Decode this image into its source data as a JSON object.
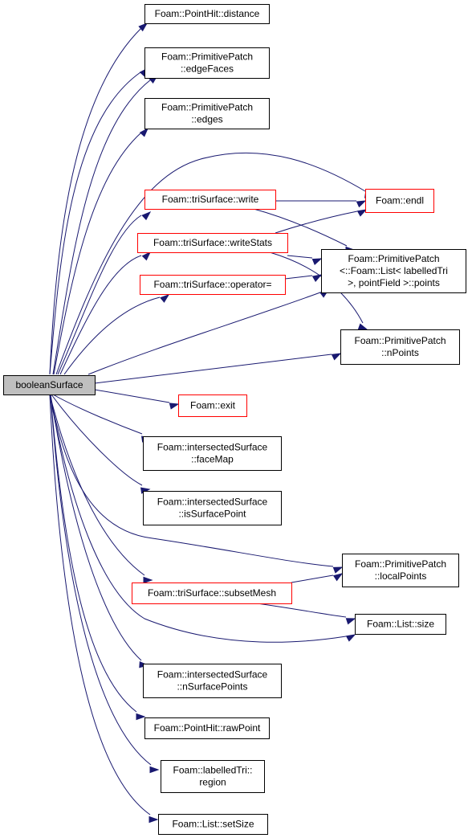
{
  "colors": {
    "edge": "#191970",
    "node_fill": "#ffffff",
    "node_border_default": "#000000",
    "node_border_highlight": "#ff0000",
    "root_fill": "#bfbfbf"
  },
  "nodes": [
    {
      "id": "booleanSurface",
      "lines": [
        "booleanSurface"
      ],
      "root": true
    },
    {
      "id": "pointhit-distance",
      "lines": [
        "Foam::PointHit::distance"
      ]
    },
    {
      "id": "primitivepatch-edgefaces",
      "lines": [
        "Foam::PrimitivePatch",
        "::edgeFaces"
      ]
    },
    {
      "id": "primitivepatch-edges",
      "lines": [
        "Foam::PrimitivePatch",
        "::edges"
      ]
    },
    {
      "id": "endl",
      "lines": [
        "Foam::endl"
      ],
      "highlight": true
    },
    {
      "id": "trisurface-write",
      "lines": [
        "Foam::triSurface::write"
      ],
      "highlight": true
    },
    {
      "id": "trisurface-writestats",
      "lines": [
        "Foam::triSurface::writeStats"
      ],
      "highlight": true
    },
    {
      "id": "primitivepatch-points",
      "lines": [
        "Foam::PrimitivePatch",
        "<::Foam::List< labelledTri",
        ">, pointField >::points"
      ]
    },
    {
      "id": "trisurface-operator",
      "lines": [
        "Foam::triSurface::operator="
      ],
      "highlight": true
    },
    {
      "id": "primitivepatch-npoints",
      "lines": [
        "Foam::PrimitivePatch",
        "::nPoints"
      ]
    },
    {
      "id": "exit",
      "lines": [
        "Foam::exit"
      ],
      "highlight": true
    },
    {
      "id": "intersectedsurface-facemap",
      "lines": [
        "Foam::intersectedSurface",
        "::faceMap"
      ]
    },
    {
      "id": "intersectedsurface-issurfacepoint",
      "lines": [
        "Foam::intersectedSurface",
        "::isSurfacePoint"
      ]
    },
    {
      "id": "primitivepatch-localpoints",
      "lines": [
        "Foam::PrimitivePatch",
        "::localPoints"
      ]
    },
    {
      "id": "trisurface-subsetmesh",
      "lines": [
        "Foam::triSurface::subsetMesh"
      ],
      "highlight": true
    },
    {
      "id": "list-size",
      "lines": [
        "Foam::List::size"
      ]
    },
    {
      "id": "intersectedsurface-nsurfacepoints",
      "lines": [
        "Foam::intersectedSurface",
        "::nSurfacePoints"
      ]
    },
    {
      "id": "pointhit-rawpoint",
      "lines": [
        "Foam::PointHit::rawPoint"
      ]
    },
    {
      "id": "labelledtri-region",
      "lines": [
        "Foam::labelledTri::",
        "region"
      ]
    },
    {
      "id": "list-setsize",
      "lines": [
        "Foam::List::setSize"
      ]
    }
  ]
}
